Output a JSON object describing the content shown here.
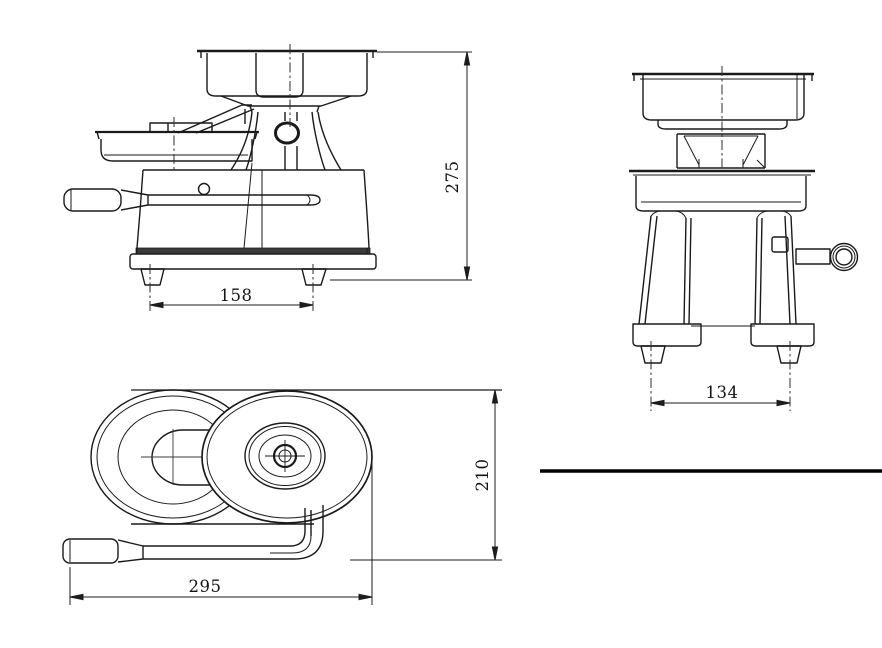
{
  "dimension_labels": {
    "front_height": "275",
    "front_feet_spacing": "158",
    "side_feet_spacing": "134",
    "top_length": "295",
    "top_depth": "210"
  },
  "style": {
    "line_color": "#1a1a1a",
    "background": "#ffffff"
  }
}
